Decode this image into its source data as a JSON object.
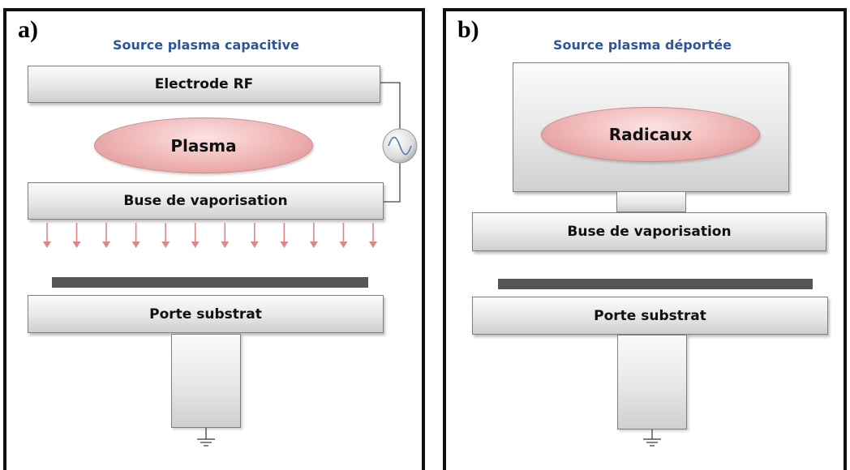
{
  "panel_a": {
    "letter": "a)",
    "title": "Source plasma capacitive",
    "electrode_label": "Electrode RF",
    "plasma_label": "Plasma",
    "nozzle_label": "Buse de vaporisation",
    "holder_label": "Porte substrat",
    "arrow_count": 12
  },
  "panel_b": {
    "letter": "b)",
    "title": "Source plasma déportée",
    "radicals_label": "Radicaux",
    "nozzle_label": "Buse de vaporisation",
    "holder_label": "Porte substrat"
  },
  "colors": {
    "title": "#2f5597",
    "arrow": "#e08585",
    "substrate": "#555555",
    "border": "#111111"
  },
  "icons": [
    "rf-generator-icon",
    "ground-icon"
  ]
}
